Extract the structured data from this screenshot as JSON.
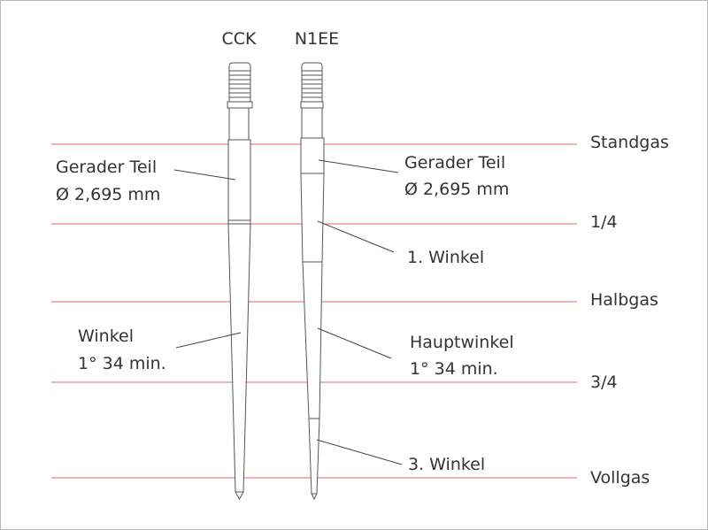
{
  "needles": {
    "left": {
      "name": "CCK"
    },
    "right": {
      "name": "N1EE"
    }
  },
  "throttle_positions": [
    {
      "label": "Standgas"
    },
    {
      "label": "1/4"
    },
    {
      "label": "Halbgas"
    },
    {
      "label": "3/4"
    },
    {
      "label": "Vollgas"
    }
  ],
  "annotations": {
    "left_straight": {
      "line1": "Gerader Teil",
      "line2": "Ø 2,695 mm"
    },
    "left_angle": {
      "line1": "Winkel",
      "line2": "1° 34 min."
    },
    "right_straight": {
      "line1": "Gerader Teil",
      "line2": "Ø 2,695 mm"
    },
    "right_first_angle": {
      "line1": "1. Winkel"
    },
    "right_main_angle": {
      "line1": "Hauptwinkel",
      "line2": "1° 34 min."
    },
    "right_third_angle": {
      "line1": "3. Winkel"
    }
  },
  "colors": {
    "throttle_line": "#e0686f",
    "needle_stroke": "#555555",
    "text": "#333333"
  }
}
